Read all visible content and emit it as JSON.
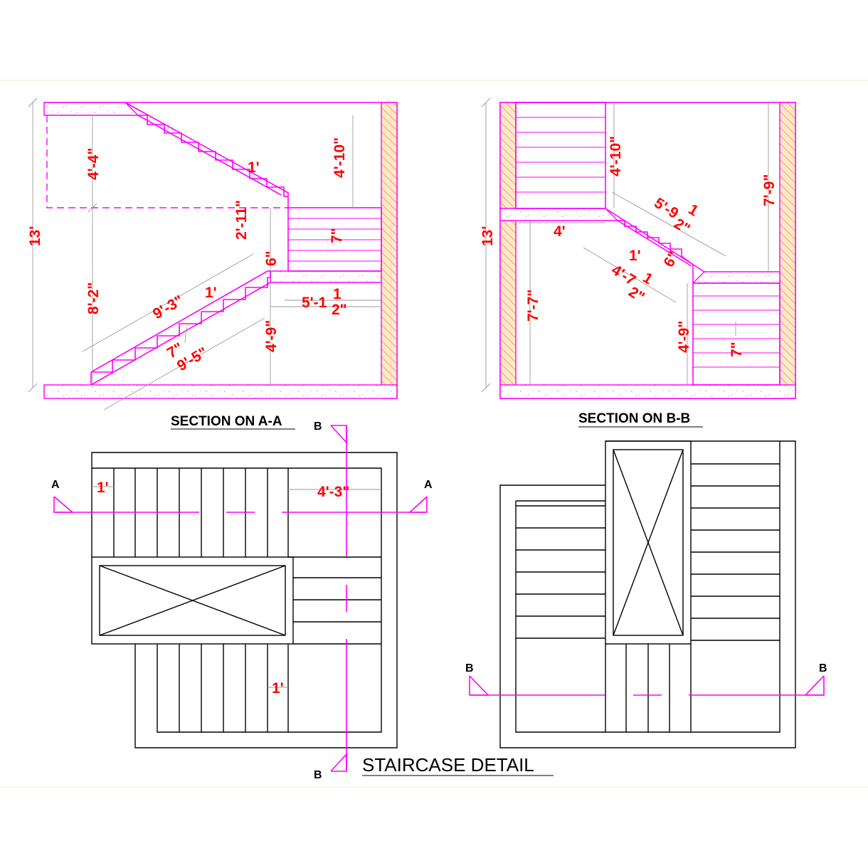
{
  "title": "STAIRCASE DETAIL",
  "section_aa": {
    "caption": "SECTION ON A-A",
    "dims": {
      "total_height": "13'",
      "upper_height": "4'-4\"",
      "lower_height": "8'-2\"",
      "upper_right_height": "4'-10\"",
      "mid_height": "2'-11\"",
      "waist": "6\"",
      "lower_right_height": "4'-9\"",
      "tread_upper": "1'",
      "tread_lower": "1'",
      "riser_landing": "7\"",
      "riser_flight": "7\"",
      "flight_length_a": "9'-3\"",
      "flight_length_b": "9'-5\"",
      "landing_width": "5'-1",
      "landing_width_frac": "1",
      "landing_width_den": "2\""
    }
  },
  "section_bb": {
    "caption": "SECTION ON B-B",
    "dims": {
      "total_height": "13'",
      "upper_height": "4'-10\"",
      "right_height": "7'-9\"",
      "lower_left_height": "7'-7\"",
      "landing": "4'",
      "tread": "1'",
      "waist": "6\"",
      "flight_upper": "5'-9",
      "flight_upper_frac": "1",
      "flight_upper_den": "2\"",
      "flight_lower": "4'-7",
      "flight_lower_frac": "1",
      "flight_lower_den": "2\"",
      "lower_right_height": "4'-9\"",
      "riser": "7\""
    }
  },
  "plan_a": {
    "section_mark": "A",
    "cut_mark": "B",
    "dims": {
      "tread_top": "1'",
      "landing_width": "4'-3\"",
      "tread_bottom": "1'"
    }
  },
  "plan_b": {
    "section_mark": "B"
  },
  "colors": {
    "dimension": "#ff0000",
    "section_line": "#ff00ff",
    "outline": "#000000",
    "hatch": "#f5a340"
  }
}
